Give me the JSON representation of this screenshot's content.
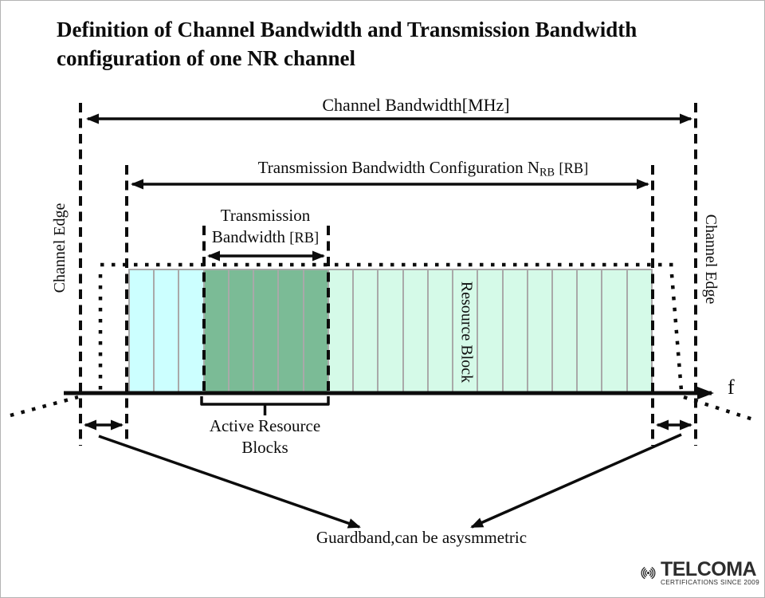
{
  "title": {
    "line1": "Definition of Channel Bandwidth and Transmission Bandwidth",
    "line2": "configuration of one NR channel"
  },
  "annotations": {
    "channel_bandwidth": "Channel Bandwidth[MHz]",
    "tx_config_prefix": "Transmission Bandwidth Configuration N",
    "tx_config_sub": "RB",
    "tx_config_suffix": "[RB]",
    "tx_bw_line1": "Transmission",
    "tx_bw_word": "Bandwidth",
    "tx_bw_unit": "[RB]",
    "channel_edge_left": "Channel Edge",
    "channel_edge_right": "Channel Edge",
    "resource_block": "Resource Block",
    "active_line1": "Active Resource",
    "active_line2": "Blocks",
    "freq_label": "f",
    "guardband": "Guardband,can be asysmmetric"
  },
  "blocks": {
    "total_blocks": 21,
    "separator_color": "#a9a9a9",
    "groups": [
      {
        "name": "guardband-left-blocks",
        "count": 3,
        "color": "#ccffff"
      },
      {
        "name": "active-resource-blocks",
        "count": 5,
        "color": "#7bbb96"
      },
      {
        "name": "configured-resource-blocks",
        "count": 13,
        "color": "#d5fae8"
      }
    ]
  },
  "logo": {
    "brand": "TELCOMA",
    "tagline": "CERTIFICATIONS SINCE 2009",
    "color": "#2d2d2d"
  },
  "colors": {
    "line": "#0c0c0c",
    "page_border": "#b3b3b3",
    "background": "#ffffff"
  }
}
